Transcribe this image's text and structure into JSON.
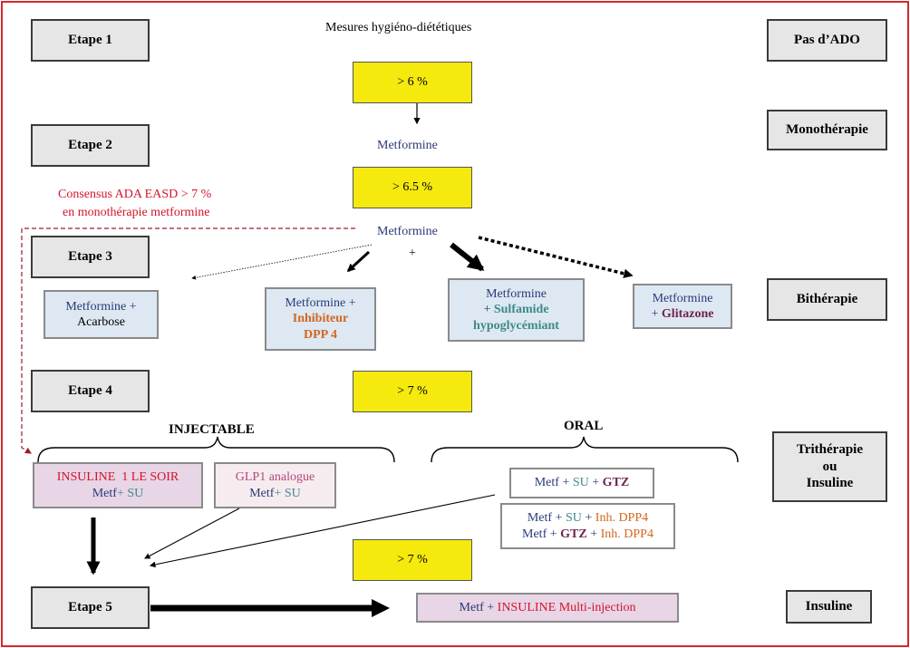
{
  "steps": {
    "etape1": "Etape 1",
    "etape2": "Etape 2",
    "etape3": "Etape 3",
    "etape4": "Etape 4",
    "etape5": "Etape 5"
  },
  "therapy": {
    "pas_ado": "Pas d’ADO",
    "monotherapie": "Monothérapie",
    "bitherapie": "Bithérapie",
    "tritherapie_line1": "Trithérapie",
    "tritherapie_line2": "ou",
    "tritherapie_line3": "Insuline",
    "insuline": "Insuline"
  },
  "thresholds": {
    "t1": "> 6 %",
    "t2": "> 6.5 %",
    "t3": "> 7 %",
    "t4": "> 7 %"
  },
  "labels": {
    "mesures": "Mesures hygiéno-diététiques",
    "metformine_mono": "Metformine",
    "metformine_bi": "Metformine",
    "plus": "+",
    "consensus_line1": "Consensus ADA EASD > 7 %",
    "consensus_line2": "en monothérapie metformine",
    "injectable": "INJECTABLE",
    "oral": "ORAL"
  },
  "bitherapy": {
    "acarbose": {
      "line1": "Metformine +",
      "line2": "Acarbose"
    },
    "dpp4": {
      "line1": "Metformine +",
      "line2": "Inhibiteur",
      "line3": "DPP 4"
    },
    "sulfamide": {
      "line1": "Metformine",
      "line2_plus": "+",
      "line2": "Sulfamide",
      "line3": "hypoglycémiant"
    },
    "glitazone": {
      "line1": "Metformine",
      "line2_plus": "+",
      "line2": "Glitazone"
    }
  },
  "injectable_options": {
    "insuline_soir": {
      "line1": "INSULINE  1 LE SOIR",
      "line2_a": "Metf",
      "line2_b": "+ SU"
    },
    "glp1": {
      "line1": "GLP1 analogue",
      "line2_a": "Metf",
      "line2_b": "+ SU"
    }
  },
  "oral_options": {
    "gtz": {
      "metf": "Metf",
      "plus1": " + ",
      "su": "SU",
      "plus2": " + ",
      "gtz": "GTZ"
    },
    "dpp4_combo": {
      "l1_metf": "Metf",
      "l1_plus1": " + ",
      "l1_su": "SU",
      "l1_plus2": " + ",
      "l1_inh": "Inh. DPP4",
      "l2_metf": "Metf",
      "l2_plus1": " + ",
      "l2_gtz": "GTZ",
      "l2_plus2": " + ",
      "l2_inh": "Inh. DPP4"
    }
  },
  "final": {
    "metf": "Metf",
    "plus": " + ",
    "insuline": "INSULINE Multi-injection"
  },
  "colors": {
    "frame": "#d42a2a",
    "yellow": "#f5e90e",
    "step_gray": "#e6e6e6",
    "light_blue": "#dde8f2",
    "pink": "#e8d5e6",
    "navy": "#2b3a78",
    "teal": "#3e8a8a",
    "orange": "#d4661e",
    "plum": "#6e2350",
    "red": "#d4142a"
  }
}
